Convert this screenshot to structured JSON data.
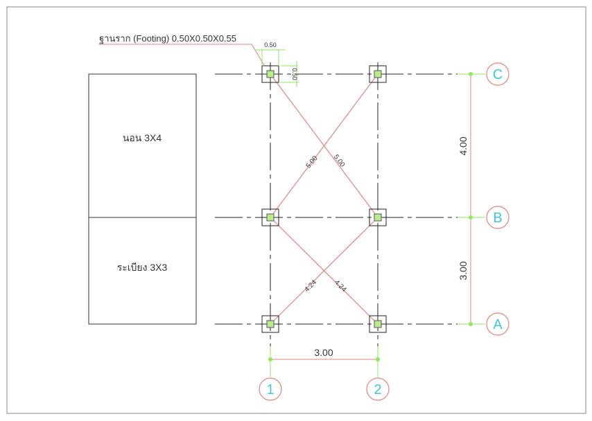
{
  "footing_label": "ฐานราก (Footing) 0.50X0.50X0.55",
  "footing_dim_w": "0.50",
  "footing_dim_h": "0.50",
  "rooms": [
    {
      "label": "นอน 3X4"
    },
    {
      "label": "ระเบียง 3X3"
    }
  ],
  "diagonals": {
    "upper_left": "5.00",
    "upper_right": "5.00",
    "lower_left": "4.24",
    "lower_right": "4.24"
  },
  "dimensions": {
    "vertical_upper": "4.00",
    "vertical_lower": "3.00",
    "horizontal": "3.00"
  },
  "grid_rows": [
    "C",
    "B",
    "A"
  ],
  "grid_cols": [
    "1",
    "2"
  ],
  "colors": {
    "dim": "#e8837a",
    "grid": "#222222",
    "bubble_text": "#3cc8e0",
    "green": "#8ee85a"
  }
}
